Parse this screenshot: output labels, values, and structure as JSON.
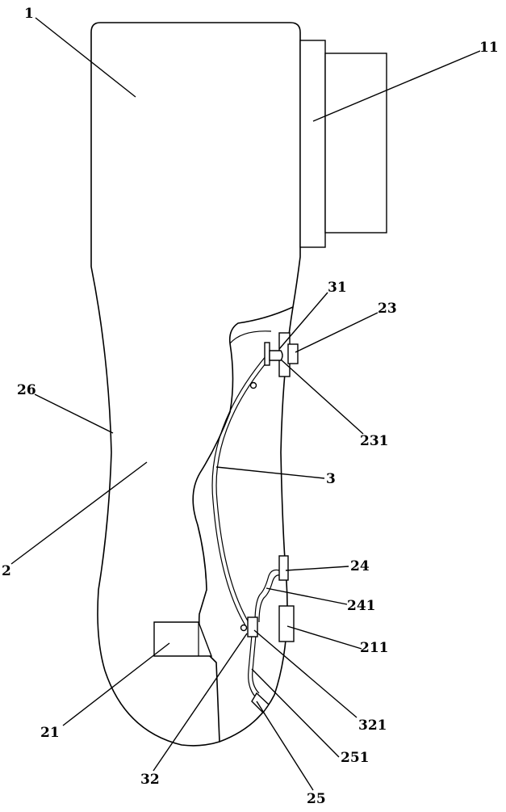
{
  "figure": {
    "labels": {
      "l1": "1",
      "l11": "11",
      "l31": "31",
      "l23": "23",
      "l26": "26",
      "l231": "231",
      "l3": "3",
      "l2": "2",
      "l24": "24",
      "l241": "241",
      "l211": "211",
      "l21": "21",
      "l321": "321",
      "l251": "251",
      "l32": "32",
      "l25": "25"
    }
  }
}
